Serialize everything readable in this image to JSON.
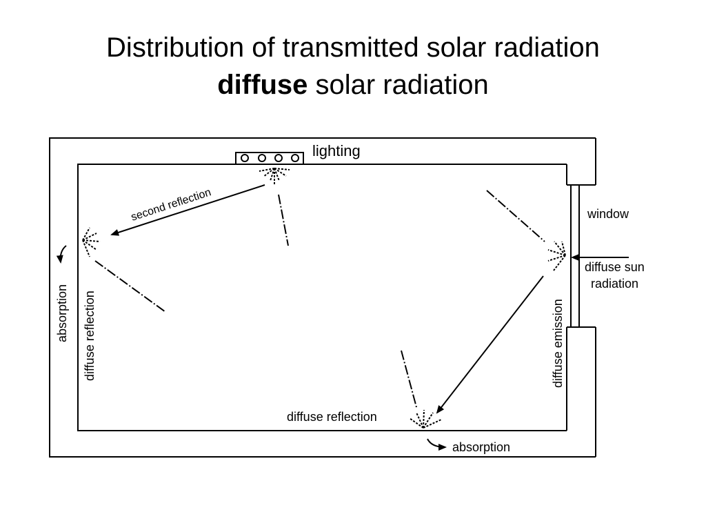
{
  "title": {
    "line1": "Distribution of transmitted solar radiation",
    "line2_bold": "diffuse",
    "line2_rest": " solar radiation"
  },
  "labels": {
    "lighting": "lighting",
    "window": "window",
    "diffuse_sun_radiation_1": "diffuse sun",
    "diffuse_sun_radiation_2": "radiation",
    "second_reflection": "second reflection",
    "diffuse_emission": "diffuse emission",
    "diffuse_reflection_bottom": "diffuse reflection",
    "diffuse_reflection_left": "diffuse reflection",
    "absorption_left": "absorption",
    "absorption_bottom": "absorption"
  }
}
